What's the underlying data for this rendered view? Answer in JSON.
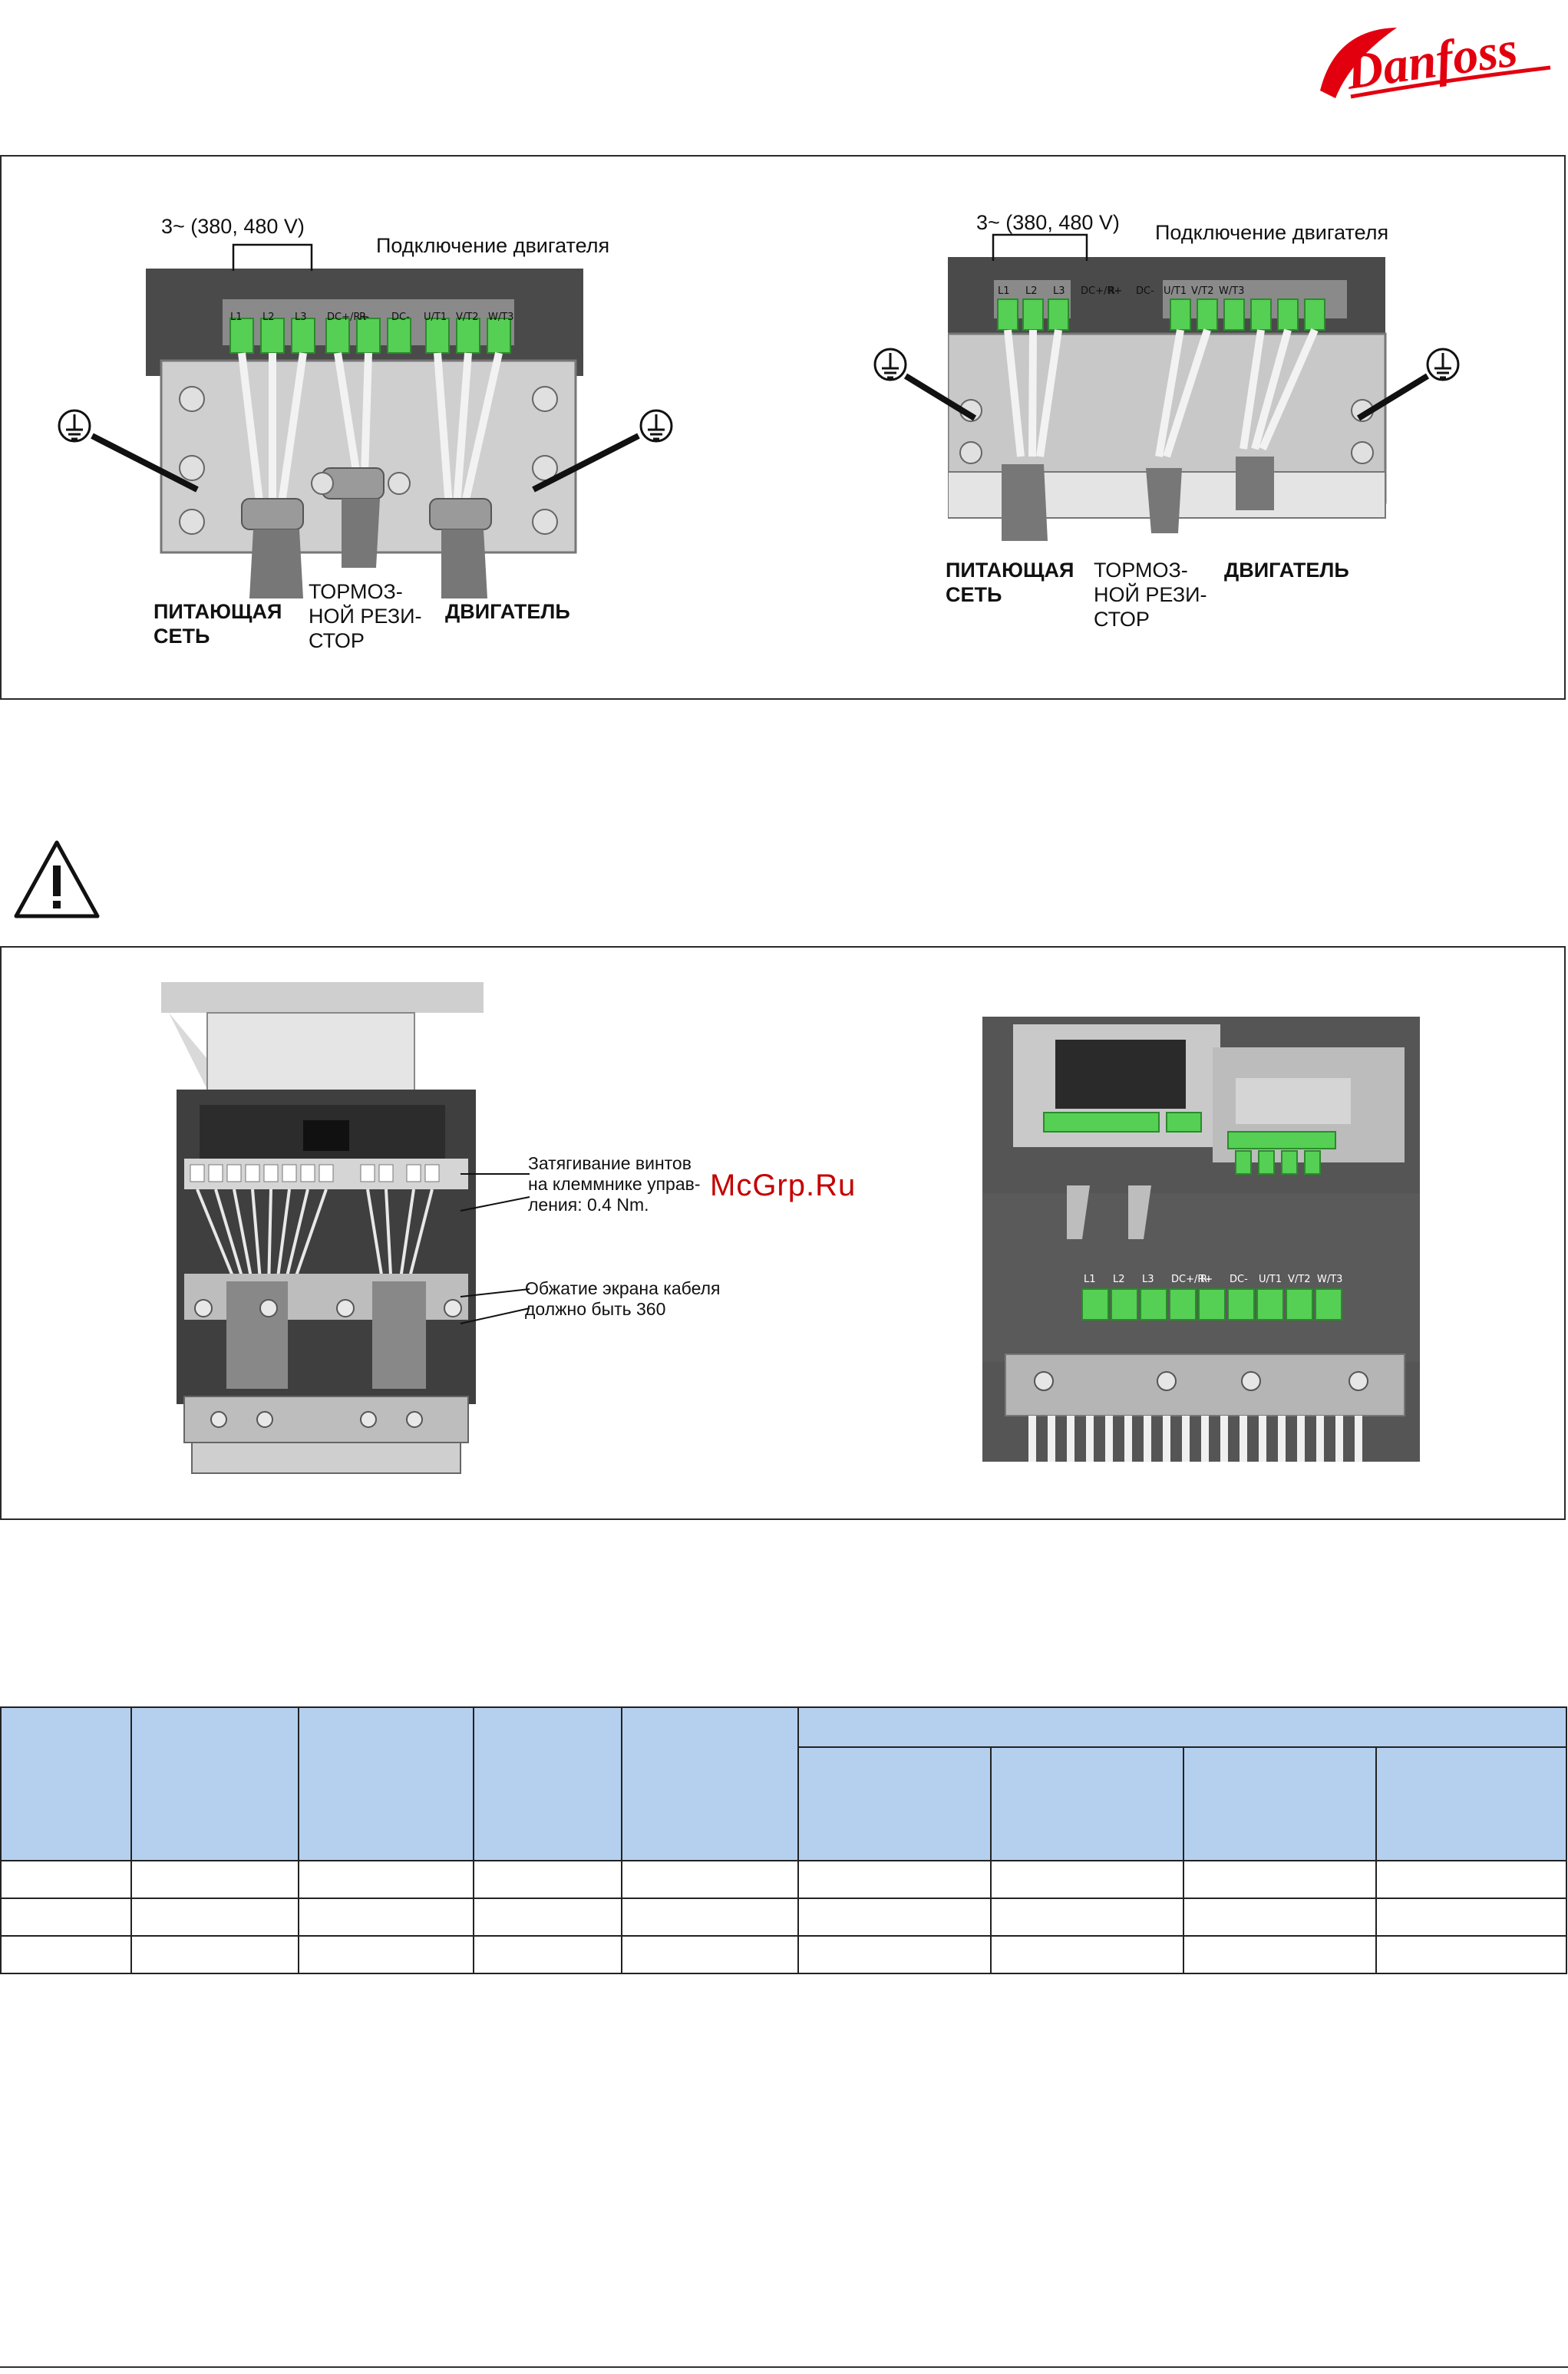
{
  "brand": {
    "name": "Danfoss",
    "color": "#e2000f"
  },
  "figure1": {
    "left_panel": {
      "voltage": "3~ (380, 480 V)",
      "motor_connection": "Подключение двигателя",
      "terminals": [
        "L1",
        "L2",
        "L3",
        "DC+/R+",
        "R-",
        "DC-",
        "U/T1",
        "V/T2",
        "W/T3"
      ],
      "supply_label": "ПИТАЮЩАЯ\nСЕТЬ",
      "brake_label": "ТОРМОЗ-\nНОЙ РЕЗИ-\nСТОР",
      "motor_label": "ДВИГАТЕЛЬ"
    },
    "right_panel": {
      "voltage": "3~ (380, 480 V)",
      "motor_connection": "Подключение двигателя",
      "terminals": [
        "L1",
        "L2",
        "L3",
        "DC+/R+",
        "R-",
        "DC-",
        "U/T1",
        "V/T2",
        "W/T3"
      ],
      "supply_label": "ПИТАЮЩАЯ\nСЕТЬ",
      "brake_label": "ТОРМОЗ-\nНОЙ РЕЗИ-\nСТОР",
      "motor_label": "ДВИГАТЕЛЬ"
    }
  },
  "figure2": {
    "torque_note": "Затягивание винтов\nна клеммнике управ-\nления: 0.4 Nm.",
    "shield_note": "Обжатие экрана кабеля\nдолжно быть 360",
    "terminals": [
      "L1",
      "L2",
      "L3",
      "DC+/R+",
      "R-",
      "DC-",
      "U/T1",
      "V/T2",
      "W/T3"
    ]
  },
  "watermark": "McGrp.Ru",
  "table": {
    "header_fill": "#b5d0ee",
    "rows": [
      [
        "",
        "",
        "",
        "",
        "",
        "",
        "",
        "",
        ""
      ],
      [
        "",
        "",
        "",
        "",
        "",
        "",
        "",
        "",
        ""
      ],
      [
        "",
        "",
        "",
        "",
        "",
        "",
        "",
        "",
        ""
      ]
    ]
  }
}
